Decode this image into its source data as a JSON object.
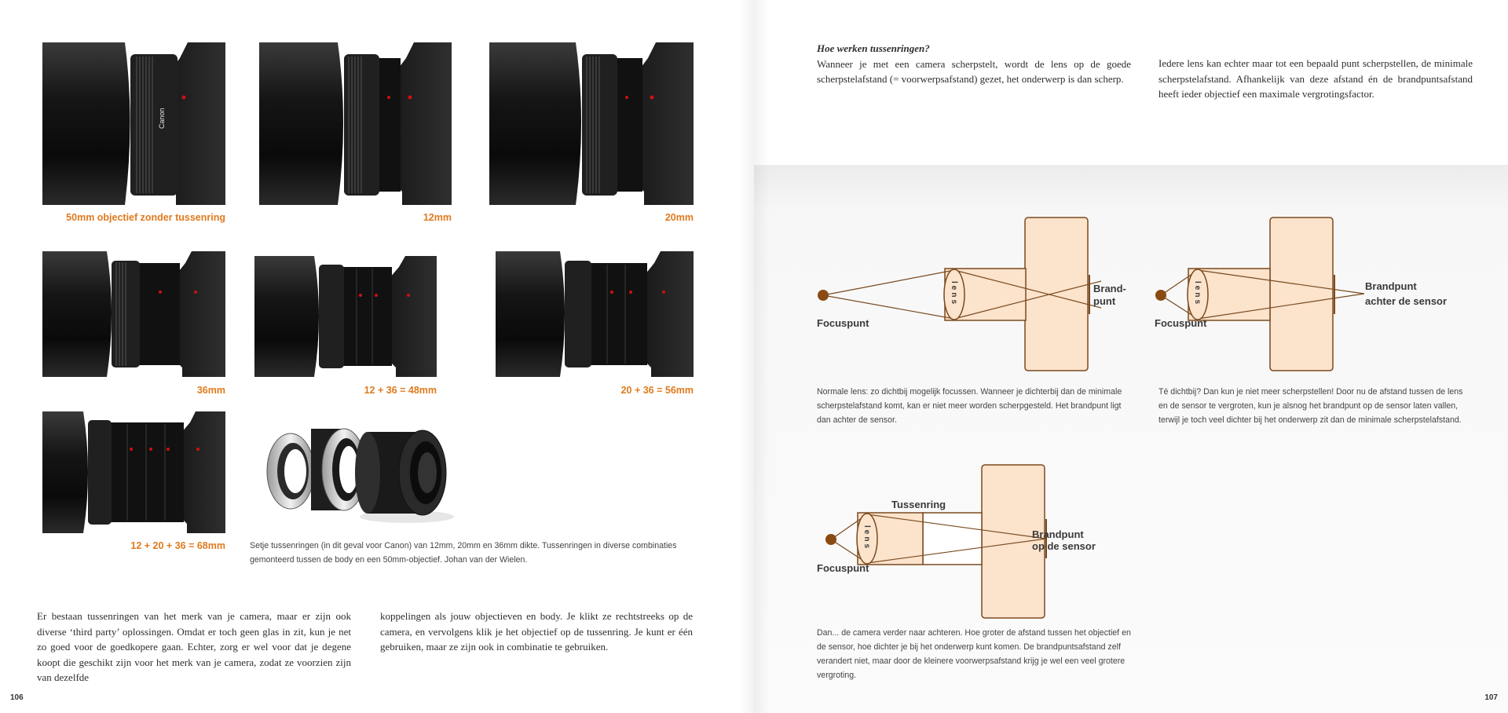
{
  "left": {
    "captions": {
      "c50mm": "50mm objectief zonder tussenring",
      "c12": "12mm",
      "c20": "20mm",
      "c36": "36mm",
      "c48": "12 + 36 = 48mm",
      "c56": "20 + 36 = 56mm",
      "c68": "12 + 20 + 36 = 68mm"
    },
    "rings_caption": "Setje tussenringen (in dit geval voor Canon) van 12mm, 20mm en 36mm dikte. Tussenringen in diverse combinaties gemonteerd tussen de body en een 50mm-objectief. Johan van der Wielen.",
    "body_col1": "Er bestaan tussenringen van het merk van je camera, maar er zijn ook diverse ‘third party’ oplossingen. Omdat er toch geen glas in zit, kun je net zo goed voor de goedkopere gaan. Echter, zorg er wel voor dat je degene koopt die geschikt zijn voor het merk van je camera, zodat ze voorzien zijn van dezelfde",
    "body_col2": "koppelingen als jouw objectieven en body. Je klikt ze rechtstreeks op de camera, en vervolgens klik je het objectief op de tussenring. Je kunt er één gebruiken, maar ze zijn ook in combinatie te gebruiken.",
    "page_number": "106",
    "lens_brand": "Canon"
  },
  "right": {
    "heading": "Hoe werken tussenringen?",
    "intro_col1": "Wanneer je met een camera scherpstelt, wordt de lens op de goede scherpstelafstand (= voorwerpsafstand) gezet, het onderwerp is dan scherp.",
    "intro_col2": "Iedere lens kan echter maar tot een bepaald punt scherpstellen, de minimale scherpstelafstand. Afhankelijk van deze afstand én de brandpuntsafstand heeft ieder objectief een maximale vergrotingsfactor.",
    "diagram1": {
      "focus": "Focuspunt",
      "lens": "lens",
      "brand1": "Brand-",
      "brand2": "punt",
      "caption": "Normale lens: zo dichtbij mogelijk focussen. Wanneer je dichterbij dan de minimale scherpstelafstand komt, kan er niet meer worden scherpgesteld. Het brandpunt ligt dan achter de sensor."
    },
    "diagram2": {
      "focus": "Focuspunt",
      "lens": "lens",
      "brand1": "Brandpunt",
      "brand2": "achter de sensor",
      "caption": "Té dichtbij? Dan kun je niet meer scherpstellen! Door nu de afstand tussen de lens en de sensor te vergroten, kun je alsnog het brandpunt op de sensor laten vallen, terwijl je toch veel dichter bij het onderwerp zit dan de minimale scherpstelafstand."
    },
    "diagram3": {
      "focus": "Focuspunt",
      "lens": "lens",
      "ring": "Tussenring",
      "brand1": "Brandpunt",
      "brand2": "op de sensor",
      "caption": "Dan... de camera verder naar achteren. Hoe groter de afstand tussen het objectief en de sensor, hoe dichter je bij het onderwerp kunt komen. De brandpuntsafstand zelf verandert niet, maar door de kleinere voorwerpsafstand krijg je wel een veel grotere vergroting."
    },
    "page_number": "107"
  },
  "colors": {
    "orange": "#e07a1e",
    "diagram_line": "#7a4a1e",
    "diagram_fill": "#fbe3cc"
  }
}
